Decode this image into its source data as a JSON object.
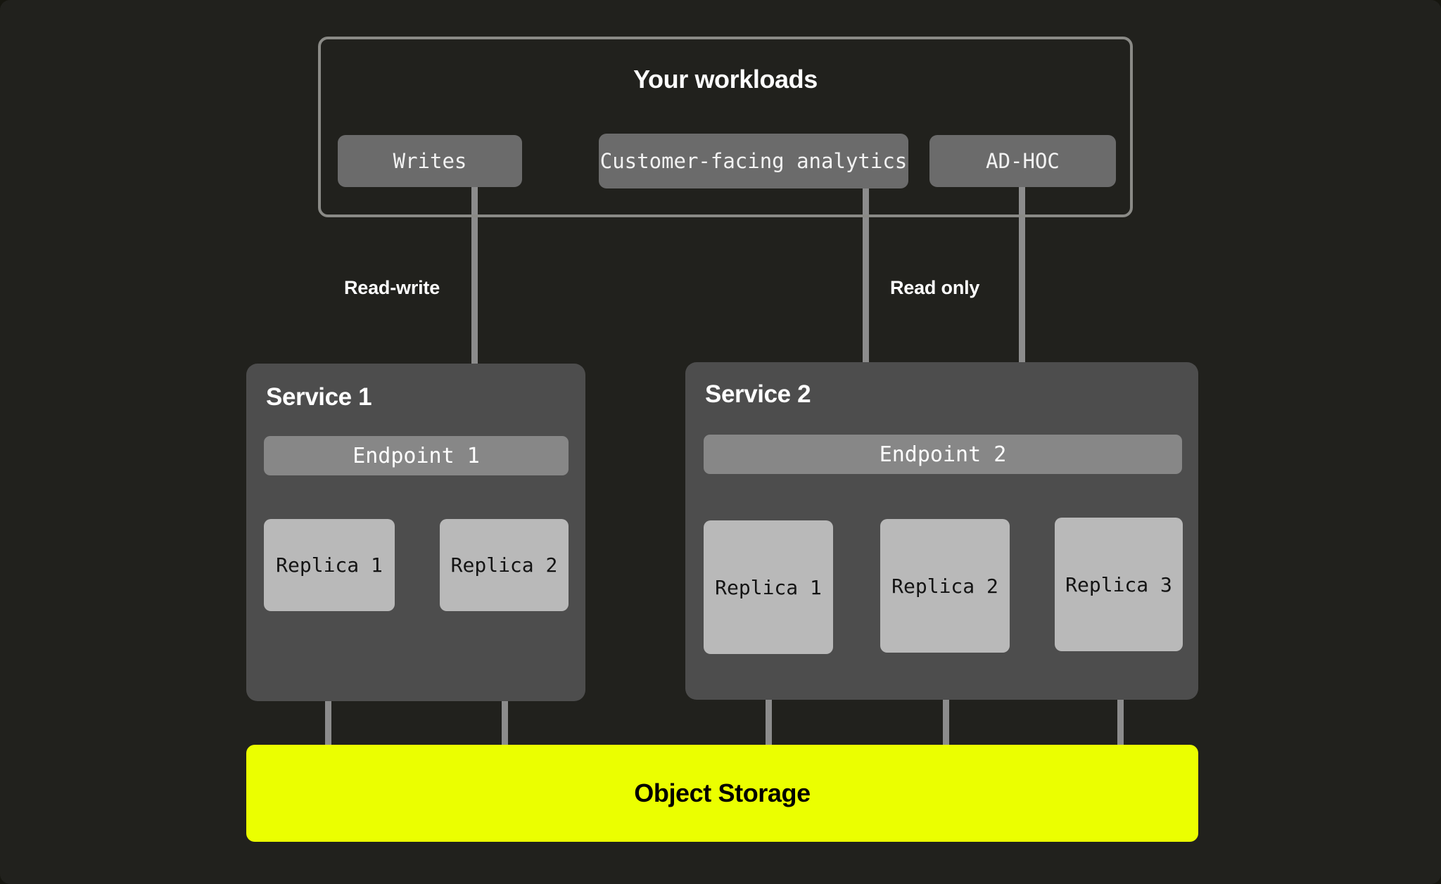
{
  "diagram": {
    "background_color": "#21211d",
    "accent_color": "#ebff00",
    "workloads": {
      "title": "Your workloads",
      "chips": [
        {
          "label": "Writes"
        },
        {
          "label": "Customer-facing analytics"
        },
        {
          "label": "AD-HOC"
        }
      ]
    },
    "edge_labels": {
      "read_write": "Read-write",
      "read_only": "Read only"
    },
    "services": [
      {
        "title": "Service 1",
        "endpoint": "Endpoint 1",
        "replicas": [
          {
            "label": "Replica 1"
          },
          {
            "label": "Replica 2"
          }
        ]
      },
      {
        "title": "Service 2",
        "endpoint": "Endpoint 2",
        "replicas": [
          {
            "label": "Replica 1"
          },
          {
            "label": "Replica 2"
          },
          {
            "label": "Replica 3"
          }
        ]
      }
    ],
    "storage": {
      "label": "Object Storage"
    }
  }
}
